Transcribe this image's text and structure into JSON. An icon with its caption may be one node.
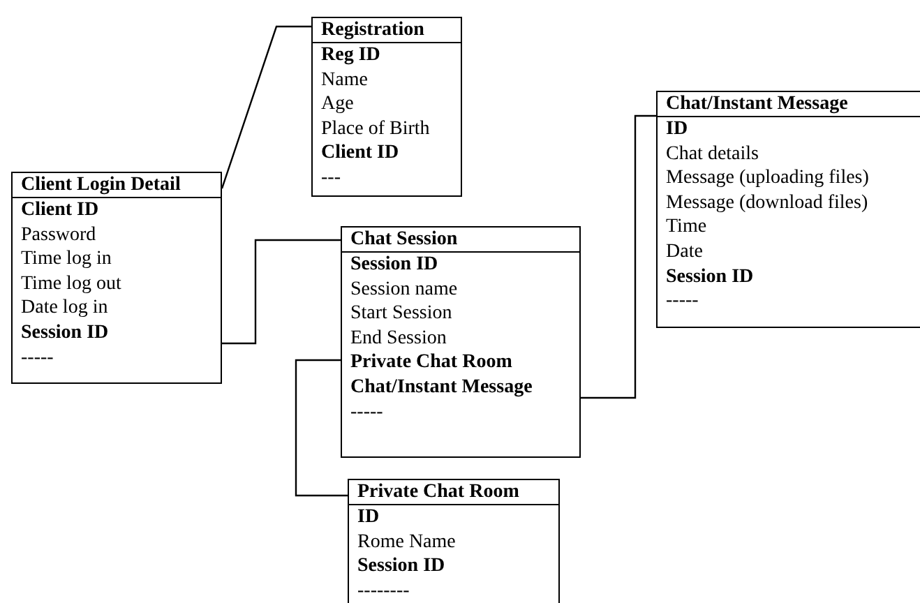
{
  "diagram": {
    "nodes": [
      {
        "text": [
          "Registration",
          "**Reg ID**",
          "Name",
          "Age",
          "Place of Birth",
          "**Client ID**",
          "---"
        ]
      },
      {
        "text": [
          "Client Login Detail",
          "**Client ID**",
          "Password",
          "Time log in",
          "Time log out",
          "Date log in",
          "**Session ID**",
          "-----"
        ]
      },
      {
        "text": [
          "Chat/Instant Message",
          "**ID**",
          "Chat details",
          "Message (uploading files)",
          "Message (download files)",
          "Time",
          "Date",
          "**Session ID**",
          "-----"
        ]
      },
      {
        "text": [
          "Chat Session",
          "**Session ID**",
          "Session name",
          "Start Session",
          "End Session",
          "**Private Chat Room**",
          "**Chat/Instant Message**",
          "-----"
        ]
      },
      {
        "text": [
          "Private Chat Room",
          "**ID**",
          "Rome Name",
          "**Session ID**",
          "--------"
        ]
      }
    ],
    "edges": [
      {
        "from": 1,
        "to": 0,
        "arrow": "none"
      },
      {
        "from": 1,
        "to": 3,
        "arrow": "none"
      },
      {
        "from": 3,
        "to": 4,
        "arrow": "none"
      },
      {
        "from": 3,
        "to": 2,
        "arrow": "none"
      }
    ]
  }
}
